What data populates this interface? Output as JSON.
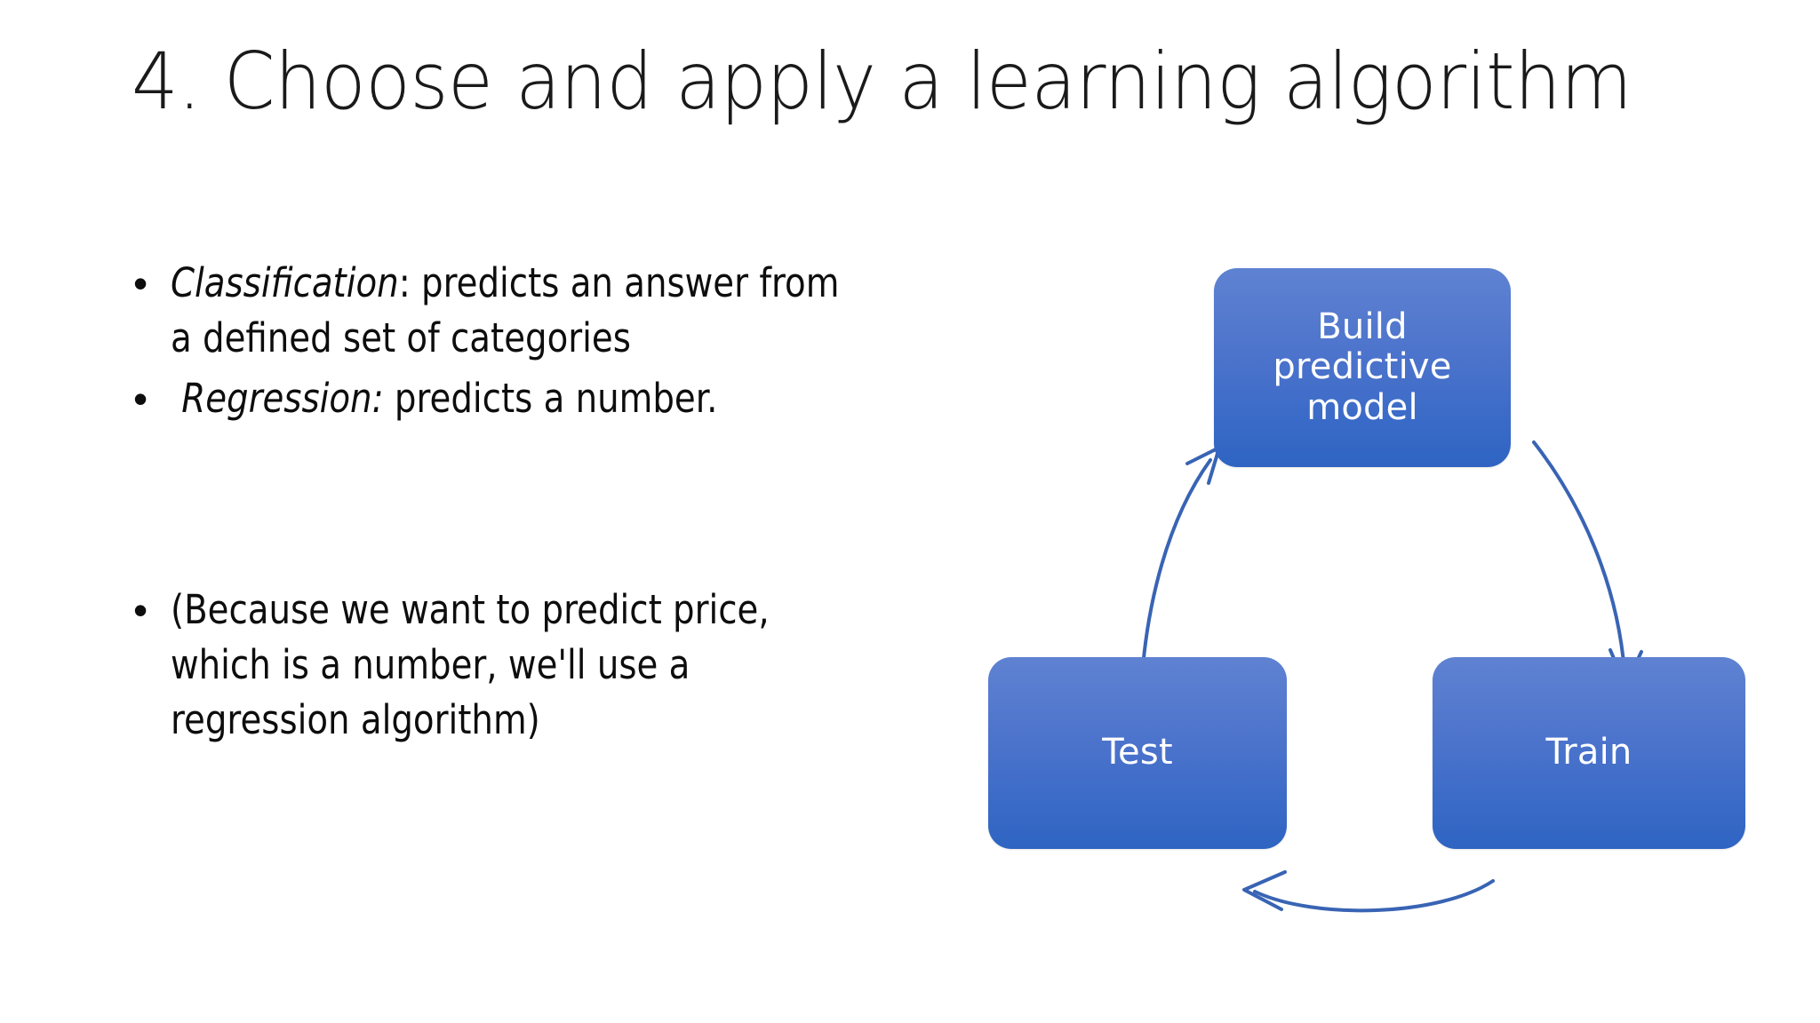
{
  "slide": {
    "title": "4. Choose and apply a learning algorithm",
    "background_color": "#ffffff",
    "text_color": "#0d0d0d"
  },
  "bullets": [
    {
      "marker": "•",
      "emphasis": "Classification",
      "emphasis_style": "italic",
      "rest": ": predicts an answer from a defined set of categories",
      "full_text": "Classification: predicts an answer from a defined set of categories"
    },
    {
      "marker": "•",
      "emphasis": " Regression:",
      "emphasis_style": "italic",
      "rest": " predicts a number.",
      "full_text": " Regression: predicts a number."
    },
    {
      "marker": "•",
      "emphasis": "",
      "emphasis_style": "none",
      "rest": "(Because we want to predict price, which is a number, we'll use a regression algorithm)",
      "full_text": "(Because we want to predict price, which is a number, we'll use a regression algorithm)"
    }
  ],
  "diagram": {
    "type": "cycle",
    "accent_color": "#3a6ac8",
    "node_gradient_top": "#5f82d2",
    "node_gradient_bottom": "#2f64c2",
    "node_text_color": "#ffffff",
    "arrow_color": "#3964b4",
    "nodes": [
      {
        "id": "build",
        "label": "Build predictive model"
      },
      {
        "id": "train",
        "label": "Train"
      },
      {
        "id": "test",
        "label": "Test"
      }
    ],
    "arrows": [
      {
        "id": "build-to-train",
        "from": "build",
        "to": "train",
        "direction": "down-right"
      },
      {
        "id": "train-to-test",
        "from": "train",
        "to": "test",
        "direction": "left"
      },
      {
        "id": "test-to-build",
        "from": "test",
        "to": "build",
        "direction": "up-right"
      }
    ]
  }
}
